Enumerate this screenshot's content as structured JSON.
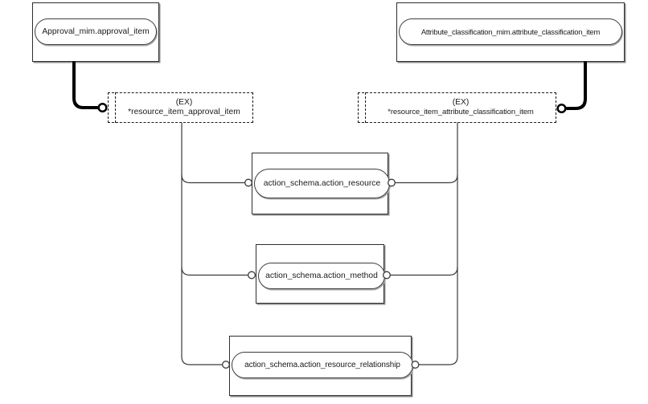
{
  "diagram": {
    "entities": {
      "approval_item": {
        "label": "Approval_mim.approval_item"
      },
      "attribute_classification_item": {
        "label": "Attribute_classification_mim.attribute_classification_item"
      },
      "action_resource": {
        "label": "action_schema.action_resource"
      },
      "action_method": {
        "label": "action_schema.action_method"
      },
      "action_resource_relationship": {
        "label": "action_schema.action_resource_relationship"
      }
    },
    "references": {
      "resource_item_approval_item": {
        "tag": "(EX)",
        "name": "*resource_item_approval_item"
      },
      "resource_item_attribute_classification_item": {
        "tag": "(EX)",
        "name": "*resource_item_attribute_classification_item"
      }
    },
    "relationships": [
      {
        "from": "Approval_mim.approval_item",
        "to": "*resource_item_approval_item",
        "style": "thick"
      },
      {
        "from": "Attribute_classification_mim.attribute_classification_item",
        "to": "*resource_item_attribute_classification_item",
        "style": "thick"
      },
      {
        "from": "*resource_item_approval_item",
        "to": "action_schema.action_resource",
        "style": "thin"
      },
      {
        "from": "*resource_item_approval_item",
        "to": "action_schema.action_method",
        "style": "thin"
      },
      {
        "from": "*resource_item_approval_item",
        "to": "action_schema.action_resource_relationship",
        "style": "thin"
      },
      {
        "from": "*resource_item_attribute_classification_item",
        "to": "action_schema.action_resource",
        "style": "thin"
      },
      {
        "from": "*resource_item_attribute_classification_item",
        "to": "action_schema.action_method",
        "style": "thin"
      },
      {
        "from": "*resource_item_attribute_classification_item",
        "to": "action_schema.action_resource_relationship",
        "style": "thin"
      }
    ],
    "colors": {
      "thin_line": "#3a3a3a",
      "thick_line": "#000000",
      "box_border": "#2e2e2e",
      "dashed_border": "#1a1a1a",
      "shadow": "#8f8f8f",
      "background": "#ffffff"
    }
  }
}
